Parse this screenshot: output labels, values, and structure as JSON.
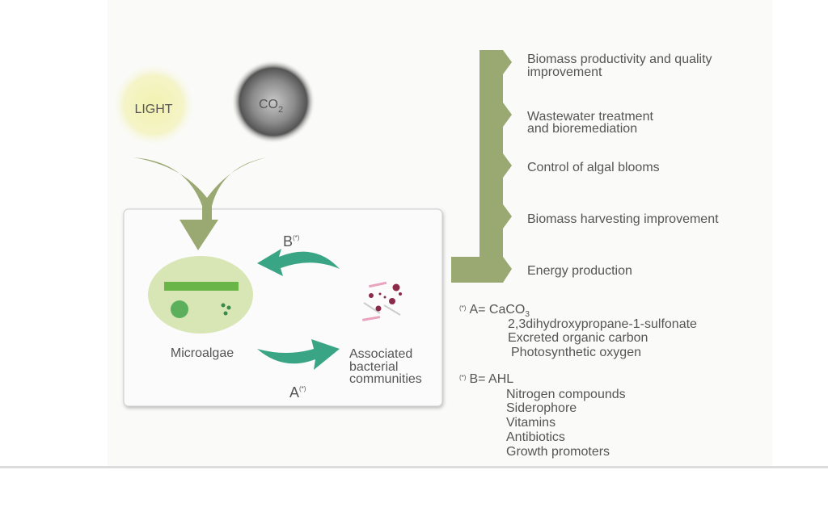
{
  "inputs": {
    "light": "LIGHT",
    "co2_main": "CO",
    "co2_sub": "2"
  },
  "box": {
    "microalgae": "Microalgae",
    "bacteria_lines": [
      "Associated",
      "bacterial",
      "communities"
    ],
    "arrow_b": "B",
    "arrow_a": "A",
    "note_mark": "(*)"
  },
  "applications": [
    [
      "Biomass productivity and quality",
      "improvement"
    ],
    [
      "Wastewater treatment",
      "and bioremediation"
    ],
    [
      "Control of algal blooms"
    ],
    [
      "Biomass harvesting improvement"
    ],
    [
      "Energy production"
    ]
  ],
  "legend": {
    "a_label": "A= CaCO",
    "a_sub": "3",
    "a_items": [
      "2,3dihydroxypropane-1-sulfonate",
      "Excreted organic carbon",
      "Photosynthetic oxygen"
    ],
    "b_label": "B= AHL",
    "b_items": [
      "Nitrogen compounds",
      "Siderophore",
      "Vitamins",
      "Antibiotics",
      "Growth promoters"
    ]
  },
  "colors": {
    "olive": "#9aa872",
    "teal": "#3aa584",
    "cell": "#d7e6b4",
    "green": "#6ab547",
    "bacteria": "#8c2a4a"
  }
}
